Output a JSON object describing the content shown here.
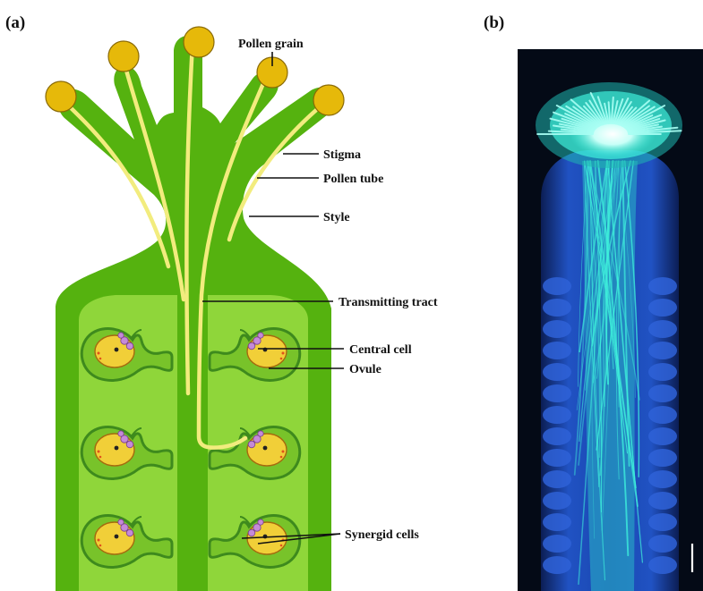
{
  "panels": {
    "a": "(a)",
    "b": "(b)"
  },
  "labels": {
    "pollen_grain": "Pollen grain",
    "stigma": "Stigma",
    "pollen_tube": "Pollen tube",
    "style": "Style",
    "transmitting_tract": "Transmitting tract",
    "central_cell": "Central cell",
    "ovule": "Ovule",
    "synergid_cells": "Synergid cells"
  },
  "colors": {
    "tissue_dark": "#55b20f",
    "tissue_light": "#8fd63a",
    "ovule_fill": "#78c32a",
    "ovule_edge": "#3e8a1d",
    "pollen_grain": "#e6b90a",
    "pollen_tube": "#f2ec7e",
    "central_cell": "#f1cf38",
    "synergid": "#c58ad8",
    "micrograph_bg": "#040a16",
    "fluorescence_blue": "#1f55c8",
    "fluorescence_cyan": "#3ef0dc"
  }
}
